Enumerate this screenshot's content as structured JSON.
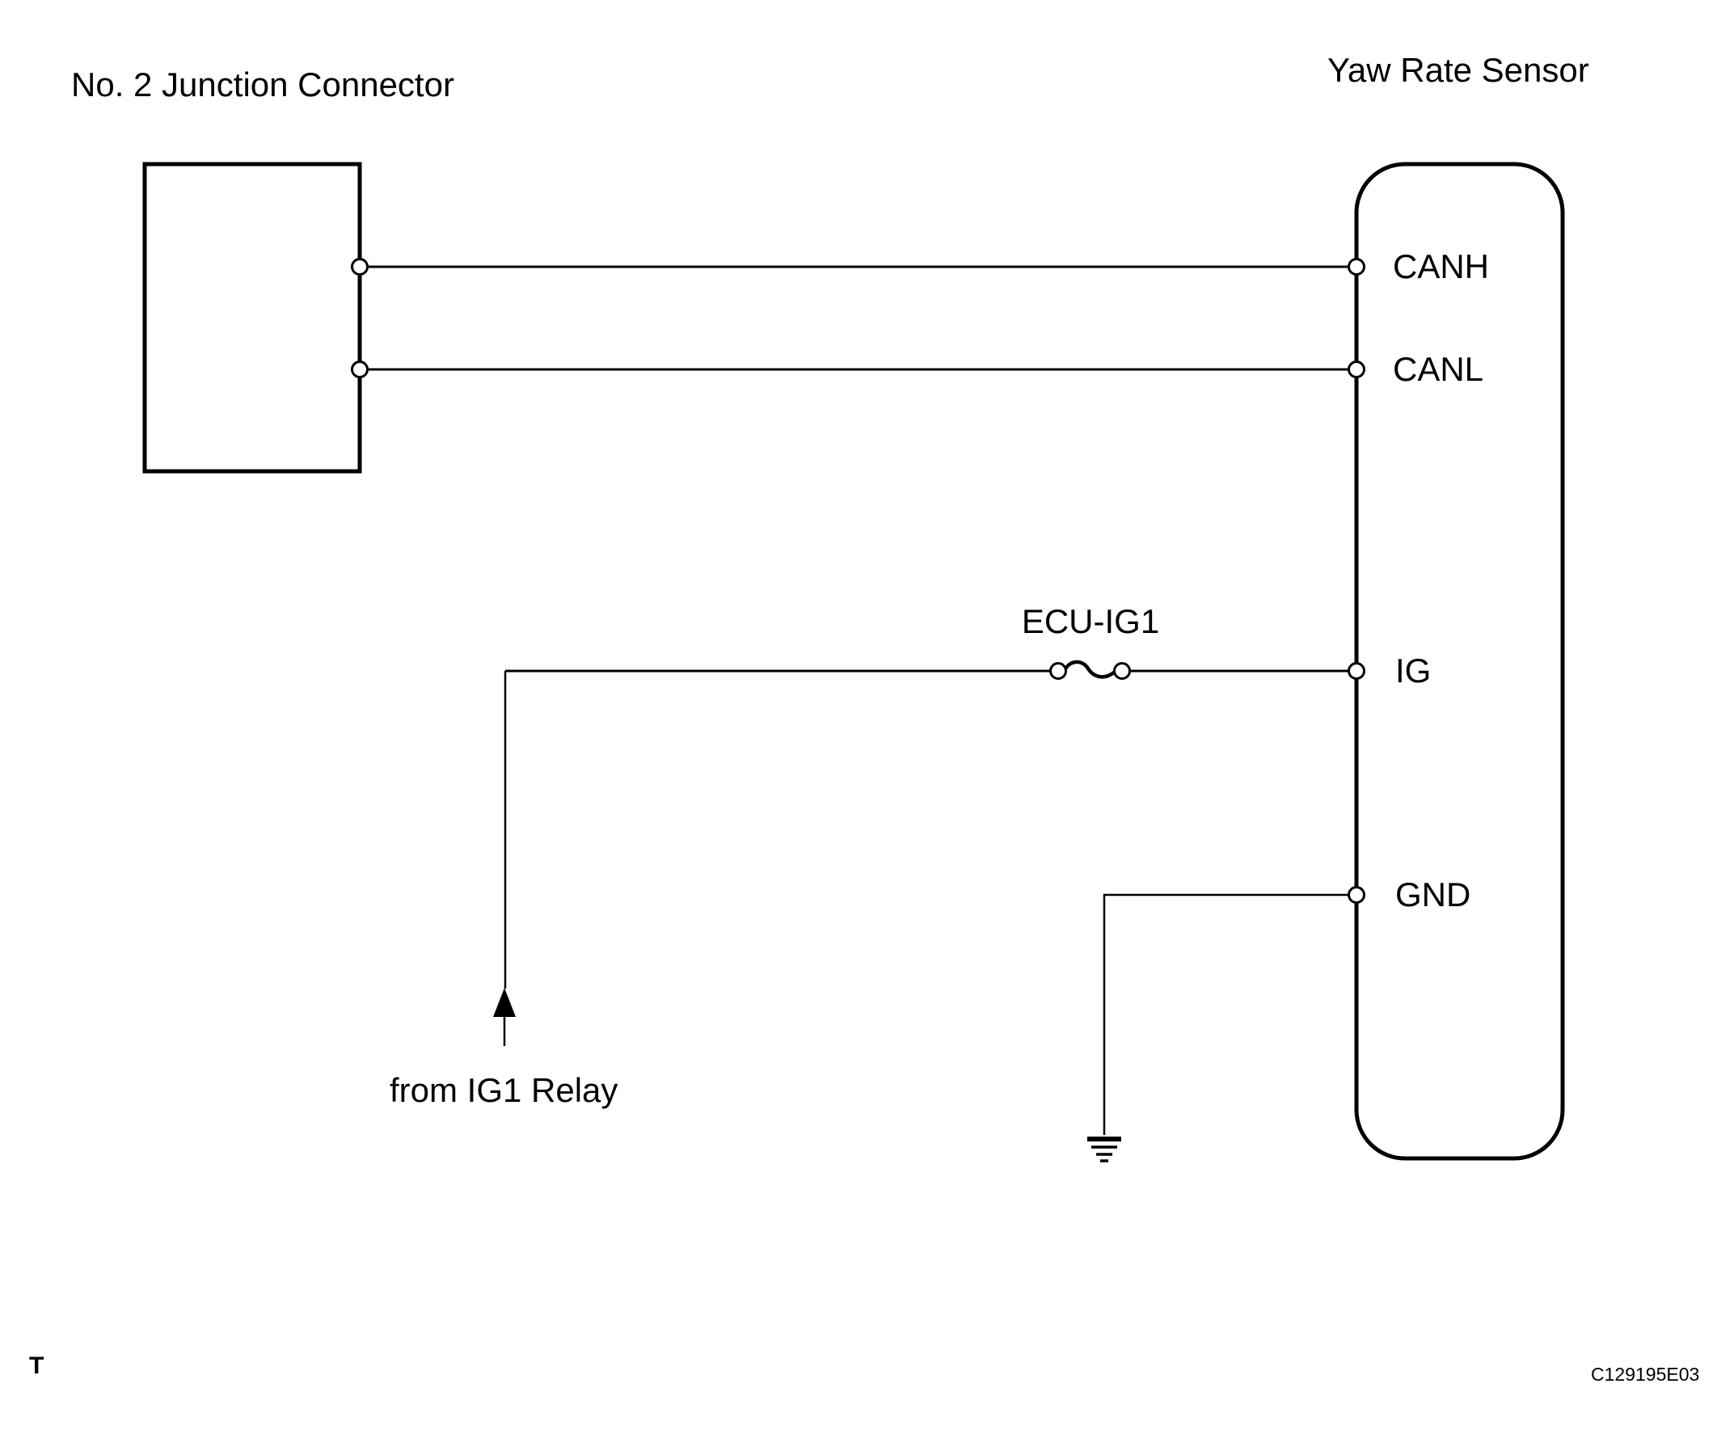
{
  "page": {
    "background": "#ffffff",
    "line_color": "#000000"
  },
  "diagram": {
    "junction_connector": {
      "label": "No. 2 Junction Connector"
    },
    "sensor": {
      "label": "Yaw Rate Sensor"
    },
    "pins": [
      {
        "label": "CANH"
      },
      {
        "label": "CANL"
      },
      {
        "label": "IG"
      },
      {
        "label": "GND"
      }
    ],
    "fuse": {
      "label": "ECU-IG1"
    },
    "power_source": {
      "label": "from IG1 Relay"
    },
    "footer": {
      "page_marker": "T",
      "figure_code": "C129195E03"
    }
  }
}
